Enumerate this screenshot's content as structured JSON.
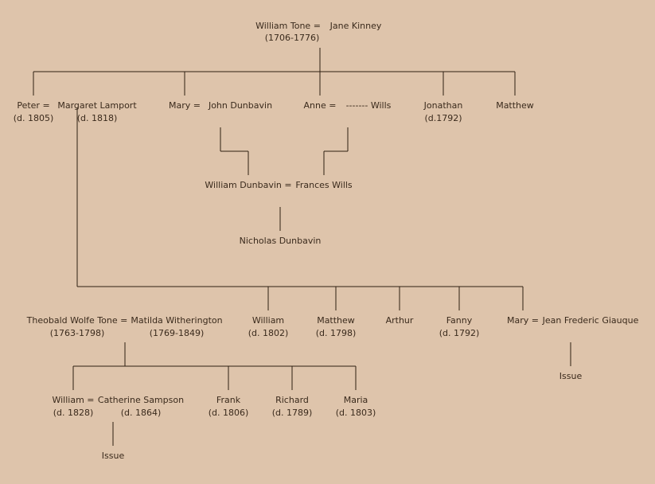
{
  "colors": {
    "background": "#dec4ab",
    "line": "#2e1f12",
    "text": "#3a2a1c"
  },
  "root": {
    "husband": "William Tone =",
    "wife": "Jane Kinney",
    "dates": "(1706-1776)"
  },
  "gen1": {
    "peter": {
      "name": "Peter =",
      "dates": "(d. 1805)"
    },
    "margaret": {
      "name": "Margaret Lamport",
      "dates": "(d. 1818)"
    },
    "mary": {
      "name": "Mary ="
    },
    "john_dunbavin": {
      "name": "John Dunbavin"
    },
    "anne": {
      "name": "Anne ="
    },
    "wills": {
      "name": "------- Wills"
    },
    "jonathan": {
      "name": "Jonathan",
      "dates": "(d.1792)"
    },
    "matthew": {
      "name": "Matthew"
    }
  },
  "cousins": {
    "william_dunbavin": "William Dunbavin =",
    "frances_wills": "Frances Wills",
    "nicholas_dunbavin": "Nicholas Dunbavin"
  },
  "gen2": {
    "theobald": {
      "name": "Theobald Wolfe Tone =",
      "dates": "(1763-1798)"
    },
    "matilda": {
      "name": "Matilda Witherington",
      "dates": "(1769-1849)"
    },
    "william": {
      "name": "William",
      "dates": "(d. 1802)"
    },
    "matthew": {
      "name": "Matthew",
      "dates": "(d. 1798)"
    },
    "arthur": {
      "name": "Arthur"
    },
    "fanny": {
      "name": "Fanny",
      "dates": "(d. 1792)"
    },
    "mary": {
      "name": "Mary ="
    },
    "giauque": {
      "name": "Jean Frederic Giauque"
    },
    "issue": "Issue"
  },
  "gen3": {
    "william": {
      "name": "William =",
      "dates": "(d. 1828)"
    },
    "catherine": {
      "name": "Catherine Sampson",
      "dates": "(d. 1864)"
    },
    "frank": {
      "name": "Frank",
      "dates": "(d. 1806)"
    },
    "richard": {
      "name": "Richard",
      "dates": "(d. 1789)"
    },
    "maria": {
      "name": "Maria",
      "dates": "(d. 1803)"
    },
    "issue": "Issue"
  }
}
